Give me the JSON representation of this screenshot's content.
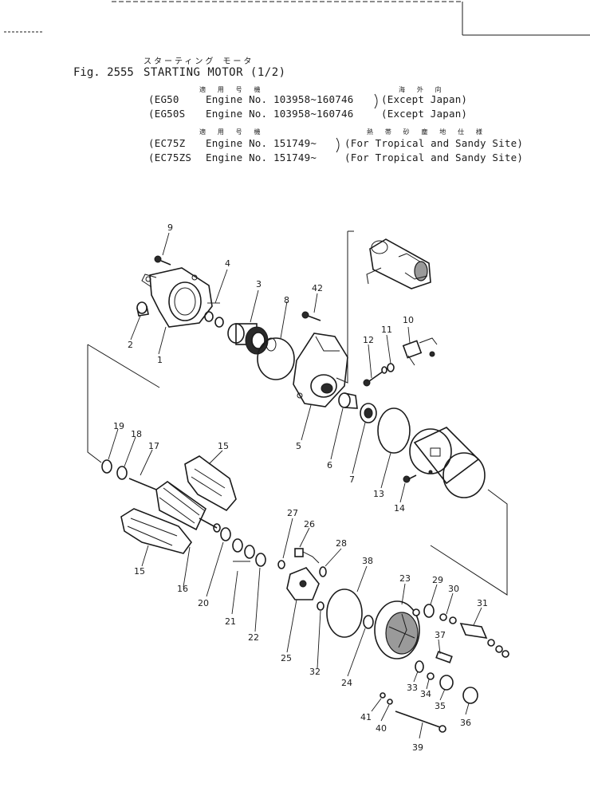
{
  "figure": {
    "number_label": "Fig. 2555",
    "title_katakana": "スターティング モータ",
    "title": "STARTING MOTOR (1/2)"
  },
  "applicability": [
    {
      "jp_note": "適 用 号 機",
      "model": "EG50",
      "engine_no": "Engine No. 103958~160746",
      "region_jp": "海 外 向",
      "region": "(Except Japan)"
    },
    {
      "jp_note": "",
      "model": "EG50S",
      "engine_no": "Engine No. 103958~160746",
      "region_jp": "",
      "region": "(Except Japan)"
    },
    {
      "jp_note": "適 用 号 機",
      "model": "EC75Z",
      "engine_no": "Engine No. 151749~",
      "region_jp": "熱 帯 砂 塵 地 仕 様",
      "region": "(For Tropical and Sandy Site)"
    },
    {
      "jp_note": "",
      "model": "EC75ZS",
      "engine_no": "Engine No. 151749~",
      "region_jp": "",
      "region": "(For Tropical and Sandy Site)"
    }
  ],
  "callouts": [
    "1",
    "2",
    "3",
    "4",
    "5",
    "6",
    "7",
    "8",
    "9",
    "10",
    "11",
    "12",
    "13",
    "14",
    "15",
    "15",
    "16",
    "17",
    "18",
    "19",
    "20",
    "21",
    "22",
    "23",
    "24",
    "25",
    "26",
    "27",
    "28",
    "29",
    "30",
    "31",
    "32",
    "33",
    "34",
    "35",
    "36",
    "37",
    "38",
    "39",
    "40",
    "41",
    "42"
  ]
}
